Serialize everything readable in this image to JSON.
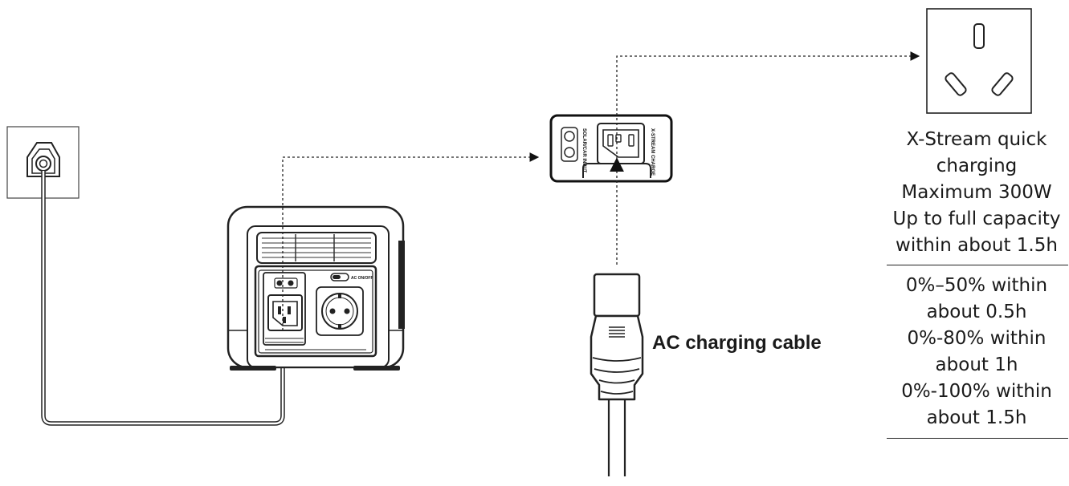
{
  "labels": {
    "cable": "AC charging cable",
    "solar_input": "SOLAR/CAR INPUT",
    "xstream_charge": "X-STREAM CHARGE",
    "ac_switch": "AC ON/OFF"
  },
  "info_top": [
    "X-Stream quick",
    "charging",
    "Maximum 300W",
    "Up to full capacity",
    "within about 1.5h"
  ],
  "info_bottom": [
    "0%–50% within",
    "about 0.5h",
    "0%-80% within",
    "about 1h",
    "0%-100% within",
    "about 1.5h"
  ]
}
